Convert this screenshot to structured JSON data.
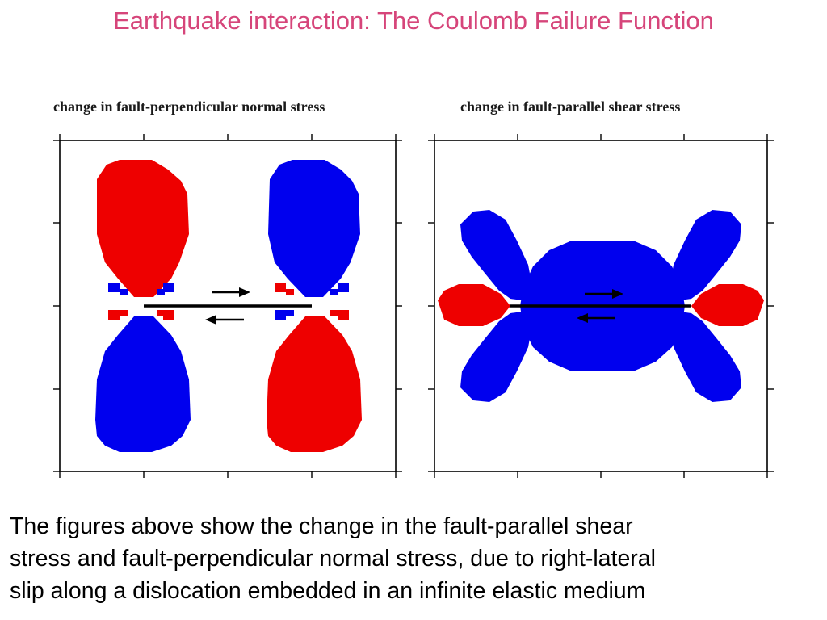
{
  "slide": {
    "title": "Earthquake interaction: The Coulomb Failure Function"
  },
  "panels": [
    {
      "title": "change in fault-perpendicular normal stress"
    },
    {
      "title": "change in fault-parallel shear stress"
    }
  ],
  "caption": {
    "lines": [
      "The figures above show the change in the fault-parallel shear",
      "stress and fault-perpendicular normal stress, due to right-lateral",
      "slip along a dislocation embedded in an infinite elastic medium"
    ]
  },
  "colors": {
    "title": "#d6457a",
    "increase": "#ee0000",
    "decrease": "#0000ee"
  }
}
